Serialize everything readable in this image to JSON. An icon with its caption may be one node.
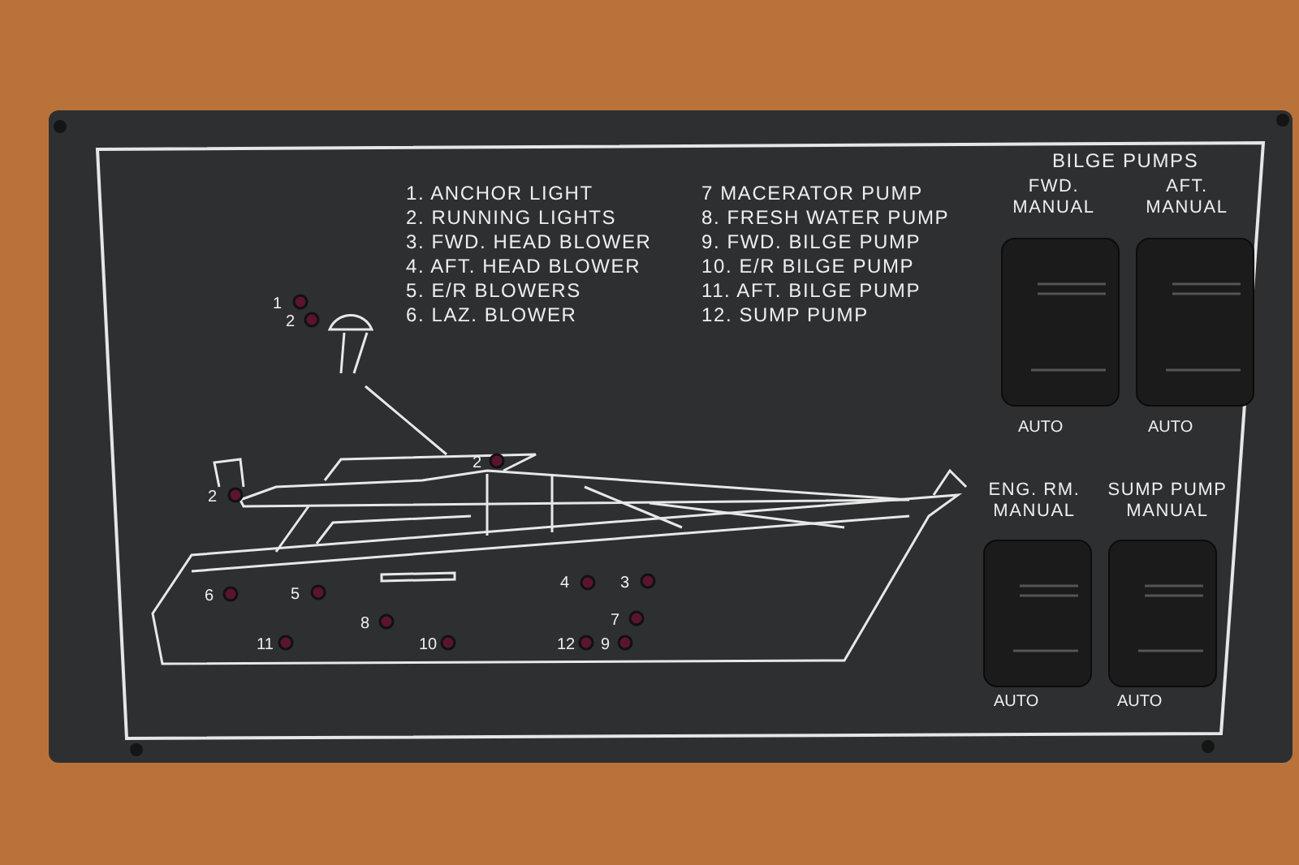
{
  "diagram": {
    "labels": [
      "1. ANCHOR LIGHT",
      "2. RUNNING LIGHTS",
      "3. FWD. HEAD BLOWER",
      "4. AFT. HEAD BLOWER",
      "5. E/R BLOWERS",
      "6. LAZ. BLOWER",
      "7 MACERATOR PUMP",
      "8. FRESH WATER PUMP",
      "9. FWD. BILGE PUMP",
      "10. E/R BILGE PUMP",
      "11. AFT. BILGE PUMP",
      "12. SUMP PUMP",
      "BILGE PUMPS",
      "FWD. MANUAL",
      "AFT. MANUAL",
      "AUTO",
      "AUTO",
      "ENG. RM. MANUAL",
      "SUMP PUMP MANUAL",
      "AUTO",
      "AUTO",
      "1",
      "2",
      "2",
      "2",
      "6",
      "5",
      "4",
      "3",
      "8",
      "7",
      "11",
      "10",
      "12",
      "9"
    ]
  }
}
